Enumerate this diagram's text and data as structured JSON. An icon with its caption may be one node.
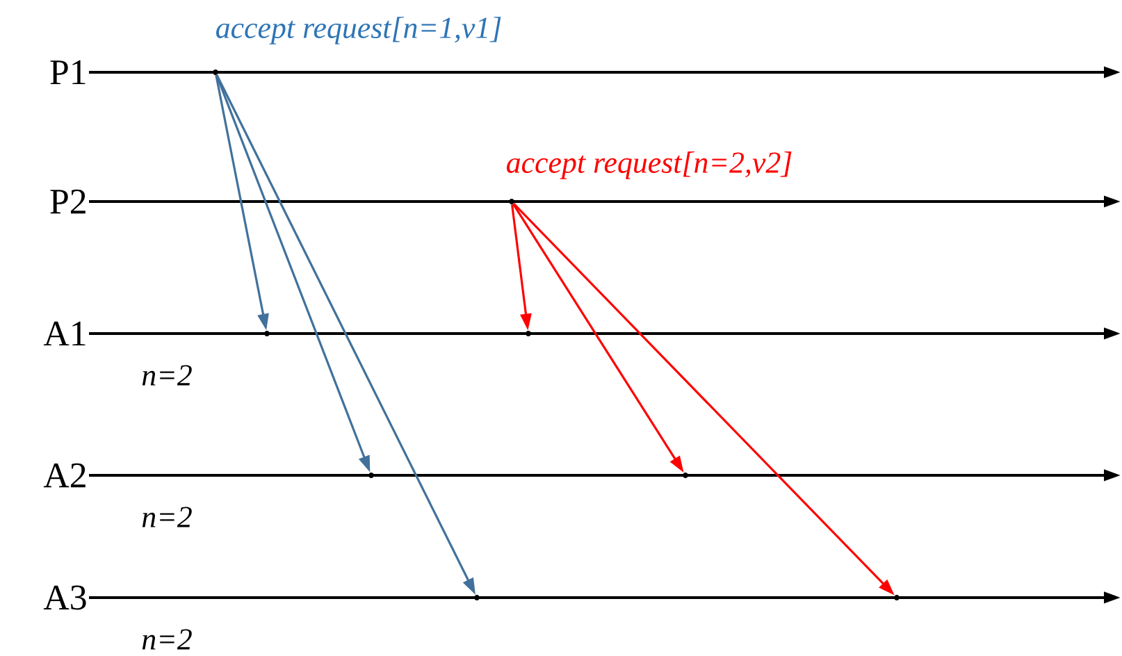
{
  "diagram": {
    "nodes": [
      {
        "text": [
          "P1"
        ]
      },
      {
        "text": [
          "P2"
        ]
      },
      {
        "text": [
          "A1"
        ],
        "beside": [
          "n=2"
        ]
      },
      {
        "text": [
          "A2"
        ],
        "beside": [
          "n=2"
        ]
      },
      {
        "text": [
          "A3"
        ],
        "beside": [
          "n=2"
        ]
      },
      {
        "text": [],
        "shape": "point"
      },
      {
        "text": [],
        "shape": "point"
      },
      {
        "text": [],
        "shape": "point"
      },
      {
        "text": [],
        "shape": "point"
      },
      {
        "text": [],
        "shape": "point"
      },
      {
        "text": [],
        "shape": "point"
      },
      {
        "text": [],
        "shape": "point"
      },
      {
        "text": [],
        "shape": "point"
      }
    ],
    "edges": [
      {
        "from": 0,
        "to": null,
        "arrow": "to"
      },
      {
        "from": 1,
        "to": null,
        "arrow": "to"
      },
      {
        "from": 2,
        "to": null,
        "arrow": "to"
      },
      {
        "from": 3,
        "to": null,
        "arrow": "to"
      },
      {
        "from": 4,
        "to": null,
        "arrow": "to"
      },
      {
        "from": 5,
        "to": 7,
        "arrow": "to",
        "color": "#41719c"
      },
      {
        "from": 5,
        "to": 9,
        "arrow": "to",
        "color": "#41719c"
      },
      {
        "from": 5,
        "to": 11,
        "arrow": "to",
        "color": "#41719c"
      },
      {
        "from": 6,
        "to": 8,
        "arrow": "to",
        "color": "#ff0000"
      },
      {
        "from": 6,
        "to": 10,
        "arrow": "to",
        "color": "#ff0000"
      },
      {
        "from": 6,
        "to": 12,
        "arrow": "to",
        "color": "#ff0000"
      }
    ],
    "labels": [
      "accept request[n=1,v1]",
      "accept request[n=2,v2]"
    ]
  }
}
